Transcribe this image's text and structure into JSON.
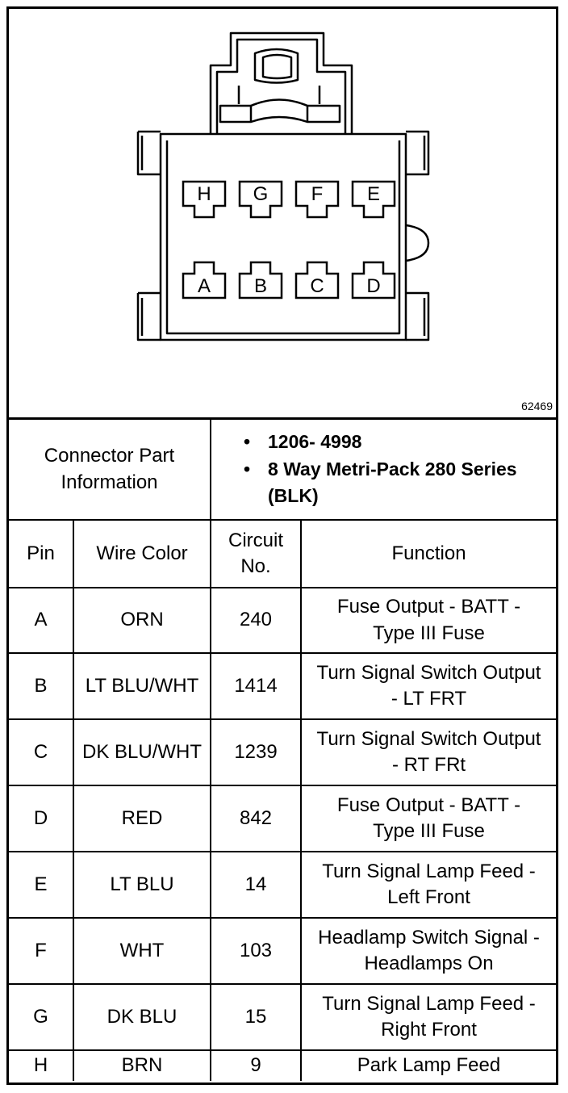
{
  "diagram": {
    "figure_id": "62469",
    "connector_top_row_pins": [
      "H",
      "G",
      "F",
      "E"
    ],
    "connector_bottom_row_pins": [
      "A",
      "B",
      "C",
      "D"
    ]
  },
  "connector_info": {
    "label_line1": "Connector Part",
    "label_line2": "Information",
    "items": [
      "1206- 4998",
      "8 Way Metri-Pack 280 Series (BLK)"
    ]
  },
  "columns": {
    "pin": "Pin",
    "wire_color": "Wire Color",
    "circuit_line1": "Circuit",
    "circuit_line2": "No.",
    "function": "Function"
  },
  "rows": [
    {
      "pin": "A",
      "wire_color": "ORN",
      "circuit": "240",
      "function_line1": "Fuse Output - BATT -",
      "function_line2": "Type III Fuse"
    },
    {
      "pin": "B",
      "wire_color": "LT BLU/WHT",
      "circuit": "1414",
      "function_line1": "Turn Signal Switch Output",
      "function_line2": "- LT FRT"
    },
    {
      "pin": "C",
      "wire_color": "DK BLU/WHT",
      "circuit": "1239",
      "function_line1": "Turn Signal Switch Output",
      "function_line2": "- RT FRt"
    },
    {
      "pin": "D",
      "wire_color": "RED",
      "circuit": "842",
      "function_line1": "Fuse Output - BATT -",
      "function_line2": "Type III Fuse"
    },
    {
      "pin": "E",
      "wire_color": "LT BLU",
      "circuit": "14",
      "function_line1": "Turn Signal Lamp Feed -",
      "function_line2": "Left Front"
    },
    {
      "pin": "F",
      "wire_color": "WHT",
      "circuit": "103",
      "function_line1": "Headlamp Switch Signal -",
      "function_line2": "Headlamps On"
    },
    {
      "pin": "G",
      "wire_color": "DK BLU",
      "circuit": "15",
      "function_line1": "Turn Signal Lamp Feed -",
      "function_line2": "Right Front"
    },
    {
      "pin": "H",
      "wire_color": "BRN",
      "circuit": "9",
      "function_line1": "Park Lamp Feed",
      "function_line2": ""
    }
  ]
}
